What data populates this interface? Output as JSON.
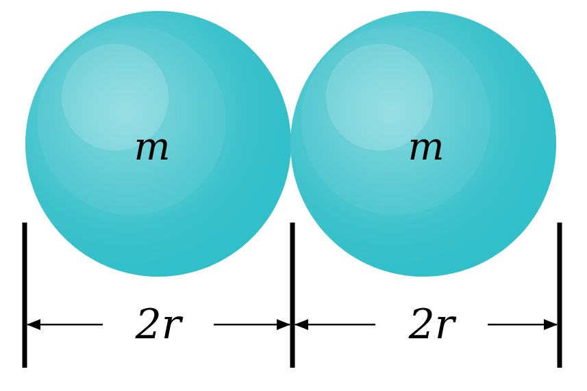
{
  "colors": {
    "sphere_base": "#31BFC9",
    "sphere_mid": "#5ACAD2",
    "sphere_highlight": "#B4E8EB",
    "line": "#000000",
    "background": "#FFFFFF"
  },
  "spheres": [
    {
      "mass_label": "m"
    },
    {
      "mass_label": "m"
    }
  ],
  "dimensions": [
    {
      "label": "2r"
    },
    {
      "label": "2r"
    }
  ]
}
